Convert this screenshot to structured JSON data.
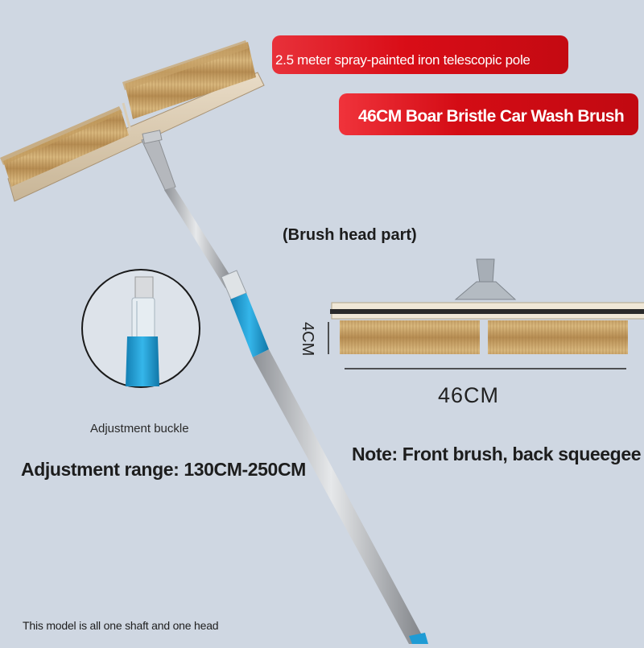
{
  "banners": {
    "pole": "2.5 meter spray-painted iron telescopic pole",
    "brush": "46CM Boar Bristle Car Wash Brush"
  },
  "labels": {
    "brush_head_part": "(Brush head part)",
    "width": "46CM",
    "height": "4CM",
    "adjustment_buckle": "Adjustment buckle",
    "adjustment_range": "Adjustment range: 130CM-250CM",
    "note": "Note: Front brush, back squeegee",
    "model_note": "This model is all one shaft and one head"
  },
  "colors": {
    "background": "#cfd7e2",
    "banner_red": "#d90d17",
    "bristle": "#c9a56a",
    "grip_blue": "#1f9bd4",
    "pole_silver": "#b9bcc1"
  }
}
